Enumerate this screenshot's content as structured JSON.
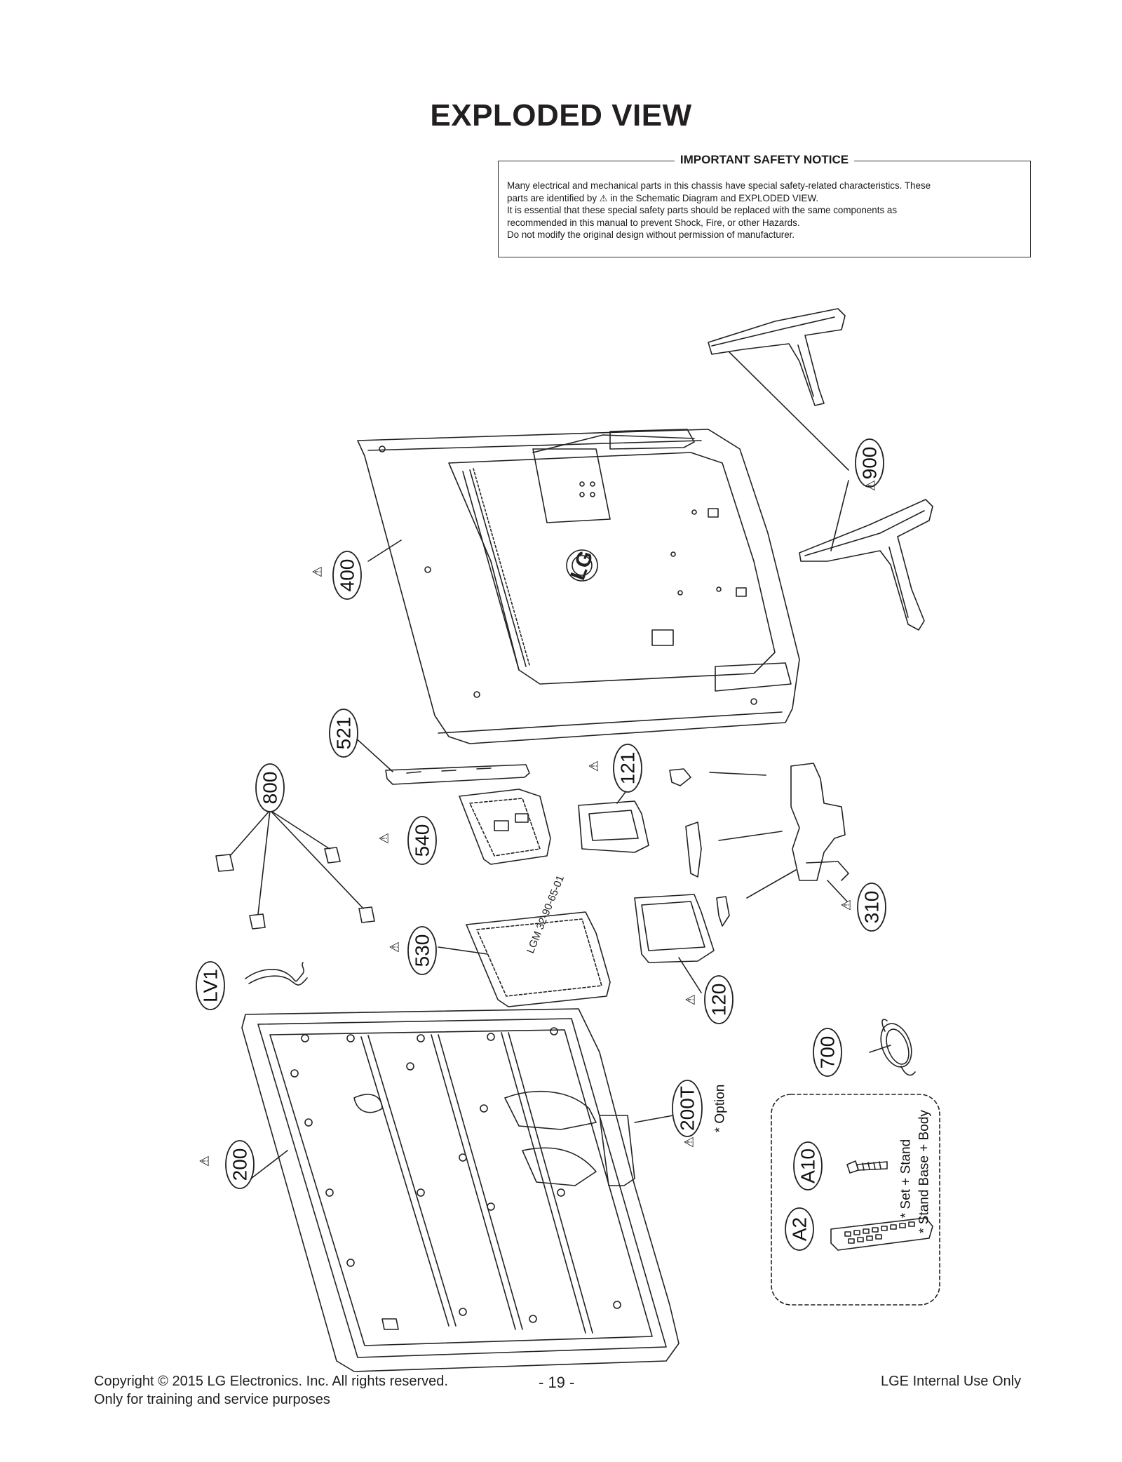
{
  "page": {
    "title": "EXPLODED VIEW"
  },
  "notice": {
    "title": "IMPORTANT SAFETY NOTICE",
    "line1": "Many electrical and mechanical parts in this chassis have special safety-related characteristics. These",
    "line2_pre": "parts are identified by",
    "line2_post": "in the Schematic Diagram and EXPLODED VIEW.",
    "line3": "It is essential that these special safety parts should be replaced with the same components as",
    "line4": "recommended in this manual to prevent Shock, Fire, or other Hazards.",
    "line5": "Do not modify the original design without permission of manufacturer.",
    "warning_symbol": "⚠"
  },
  "callouts": {
    "c900": "900",
    "c400": "400",
    "c521": "521",
    "c800": "800",
    "c121": "121",
    "c540": "540",
    "c310": "310",
    "c530": "530",
    "cLV1": "LV1",
    "c120": "120",
    "c700": "700",
    "c200T": "200T",
    "c200": "200",
    "cA10": "A10",
    "cA2": "A2"
  },
  "notes": {
    "option": "* Option",
    "set_stand": "* Set + Stand",
    "stand_base_body": "* Stand Base + Body"
  },
  "parts_text": {
    "logo": "LG",
    "psu_label": "LGM 32-90-65-01"
  },
  "footer": {
    "copyright": "Copyright  © 2015 LG Electronics. Inc. All rights reserved.",
    "purpose": "Only for training and service purposes",
    "page_number": "- 19 -",
    "internal": "LGE Internal Use Only"
  }
}
